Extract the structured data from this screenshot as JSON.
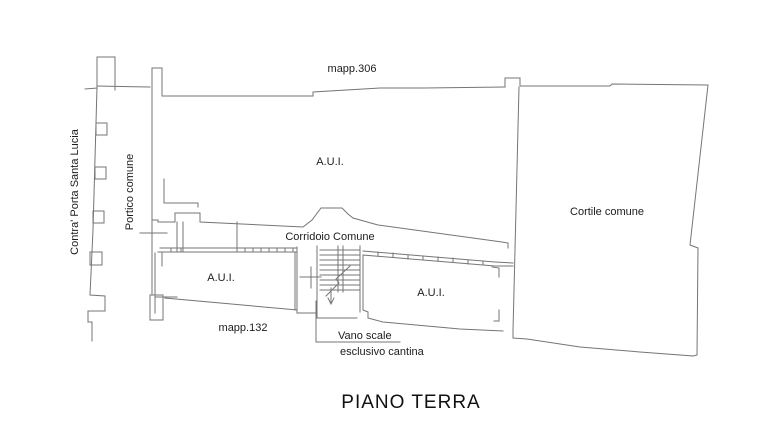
{
  "page": {
    "background_color": "#ffffff",
    "wall_line_color": "#757575",
    "text_color": "#1c1c1c"
  },
  "plan": {
    "street_label": "Contra' Porta Santa Lucia",
    "portico_label": "Portico comune",
    "map_ref_top": "mapp.306",
    "map_ref_bottom": "mapp.132",
    "upper_unit_label": "A.U.I.",
    "lower_left_unit_label": "A.U.I.",
    "lower_right_unit_label": "A.U.I.",
    "courtyard_label": "Cortile comune",
    "corridor_label": "Corridoio Comune",
    "stairwell_note_line1": "Vano scale",
    "stairwell_note_line2": "esclusivo cantina"
  },
  "title": "PIANO TERRA"
}
